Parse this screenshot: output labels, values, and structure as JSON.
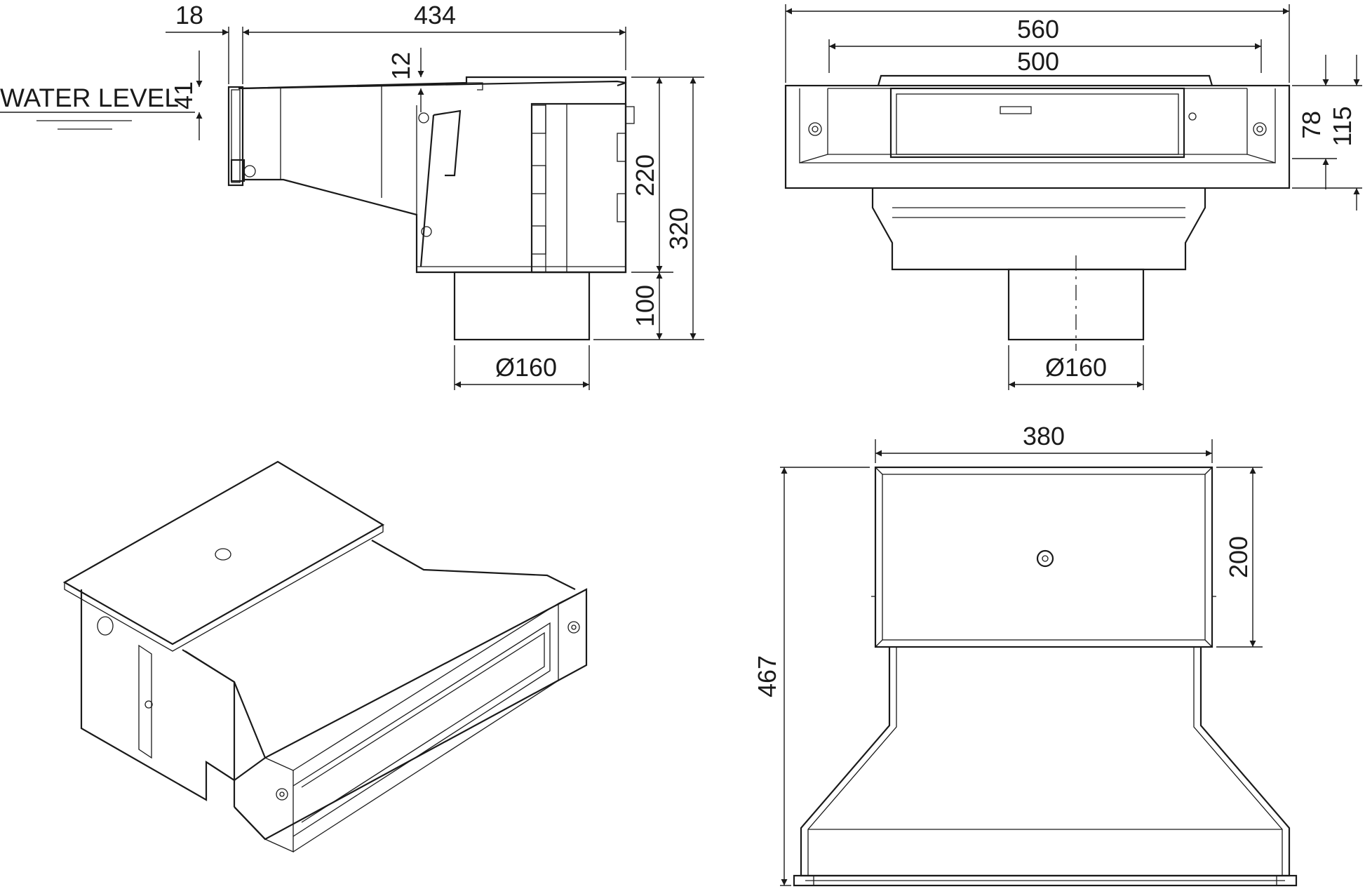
{
  "side_view": {
    "water_level_label": "WATER LEVEL",
    "dims": {
      "flange": "18",
      "length": "434",
      "lid_offset": "12",
      "water_depth": "41",
      "body_height": "220",
      "total_height": "320",
      "pipe_height": "100",
      "pipe_diameter": "Ø160"
    }
  },
  "front_view": {
    "dims": {
      "flange_width": "560",
      "lid_width": "500",
      "opening_height": "78",
      "flange_height": "115",
      "pipe_diameter": "Ø160"
    }
  },
  "plan_view": {
    "dims": {
      "body_width": "380",
      "lid_depth": "200",
      "total_length": "467"
    }
  }
}
